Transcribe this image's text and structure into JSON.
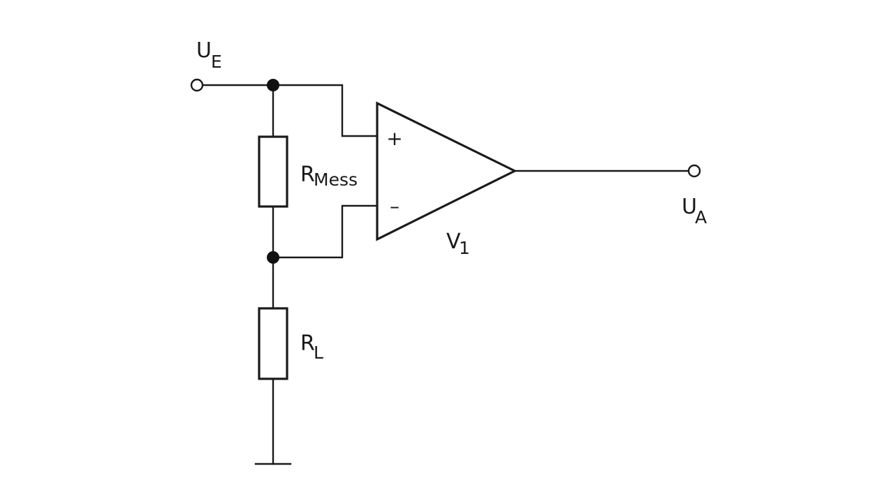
{
  "labels": {
    "input_main": "U",
    "input_sub": "E",
    "output_main": "U",
    "output_sub": "A",
    "rmess_main": "R",
    "rmess_sub": "Mess",
    "rl_main": "R",
    "rl_sub": "L",
    "amp_main": "V",
    "amp_sub": "1",
    "plus_sign": "+",
    "minus_sign": "–"
  }
}
